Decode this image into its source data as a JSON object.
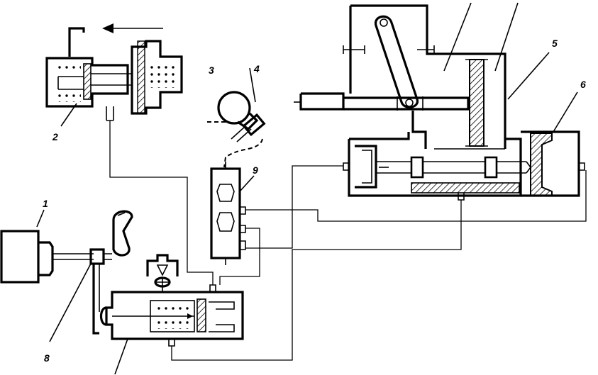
{
  "labels": {
    "n1": "1",
    "n2": "2",
    "n3": "3",
    "n4": "4",
    "n5": "5",
    "n6": "6",
    "n8": "8",
    "n9": "9"
  }
}
